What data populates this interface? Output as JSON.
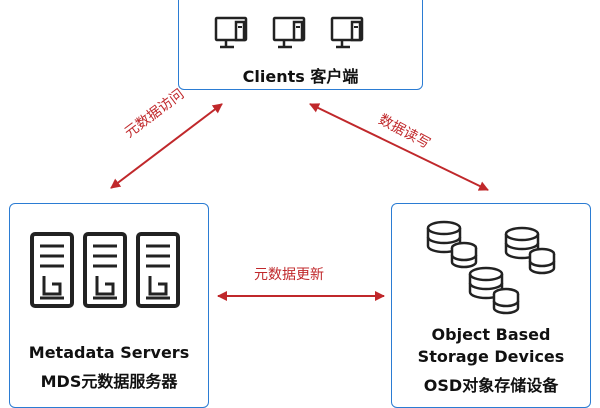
{
  "nodes": {
    "clients": {
      "label": "Clients 客户端",
      "icon": "desktop-computer-icon",
      "icon_count": 3
    },
    "mds": {
      "line1": "Metadata Servers",
      "line2": "MDS元数据服务器",
      "icon": "server-rack-icon",
      "icon_count": 3
    },
    "osd": {
      "line1": "Object Based",
      "line2": "Storage Devices",
      "line3": "OSD对象存储设备",
      "icon": "database-stack-icon",
      "icon_count": 3
    }
  },
  "edges": {
    "clients_mds": "元数据访问",
    "clients_osd": "数据读写",
    "mds_osd": "元数据更新"
  },
  "colors": {
    "border": "#2b7cd3",
    "arrow": "#c0282b",
    "icon": "#222222"
  }
}
